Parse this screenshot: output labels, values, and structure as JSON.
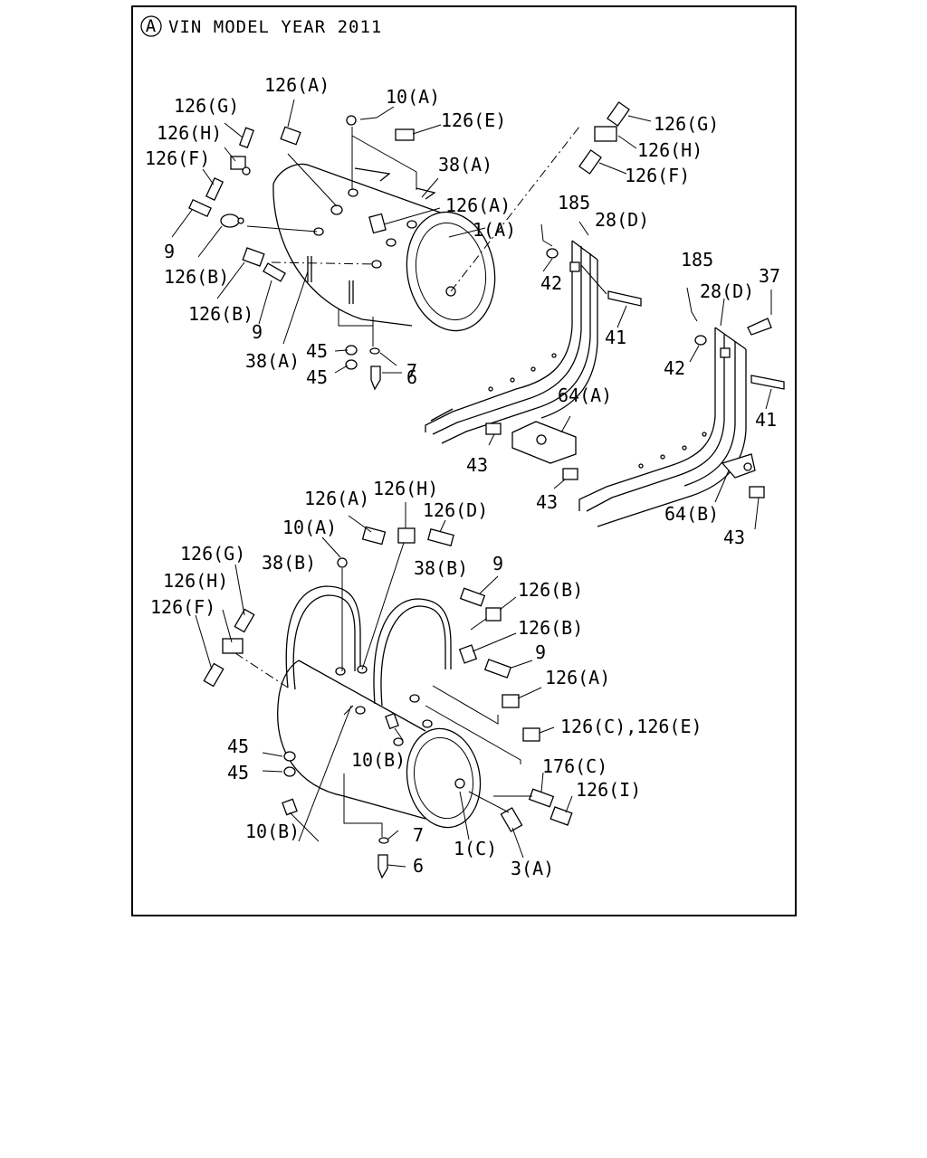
{
  "header": {
    "circle_letter": "A",
    "title": "VIN MODEL YEAR 2011"
  },
  "labels": {
    "top": [
      "126(A)",
      "10(A)",
      "126(E)",
      "126(G)",
      "126(H)",
      "126(F)",
      "38(A)",
      "126(A)",
      "1(A)",
      "9",
      "126(B)",
      "126(B)",
      "9",
      "38(A)",
      "45",
      "45",
      "7",
      "6",
      "126(G)",
      "126(H)",
      "126(F)",
      "185",
      "28(D)",
      "42",
      "41",
      "185",
      "28(D)",
      "37",
      "42",
      "41",
      "64(A)",
      "43",
      "43",
      "64(B)",
      "43"
    ],
    "bottom": [
      "126(A)",
      "126(H)",
      "126(D)",
      "10(A)",
      "126(G)",
      "38(B)",
      "38(B)",
      "9",
      "126(H)",
      "126(B)",
      "126(F)",
      "126(B)",
      "9",
      "126(A)",
      "126(C),126(E)",
      "45",
      "45",
      "10(B)",
      "176(C)",
      "126(I)",
      "10(B)",
      "7",
      "1(C)",
      "3(A)",
      "6"
    ]
  }
}
